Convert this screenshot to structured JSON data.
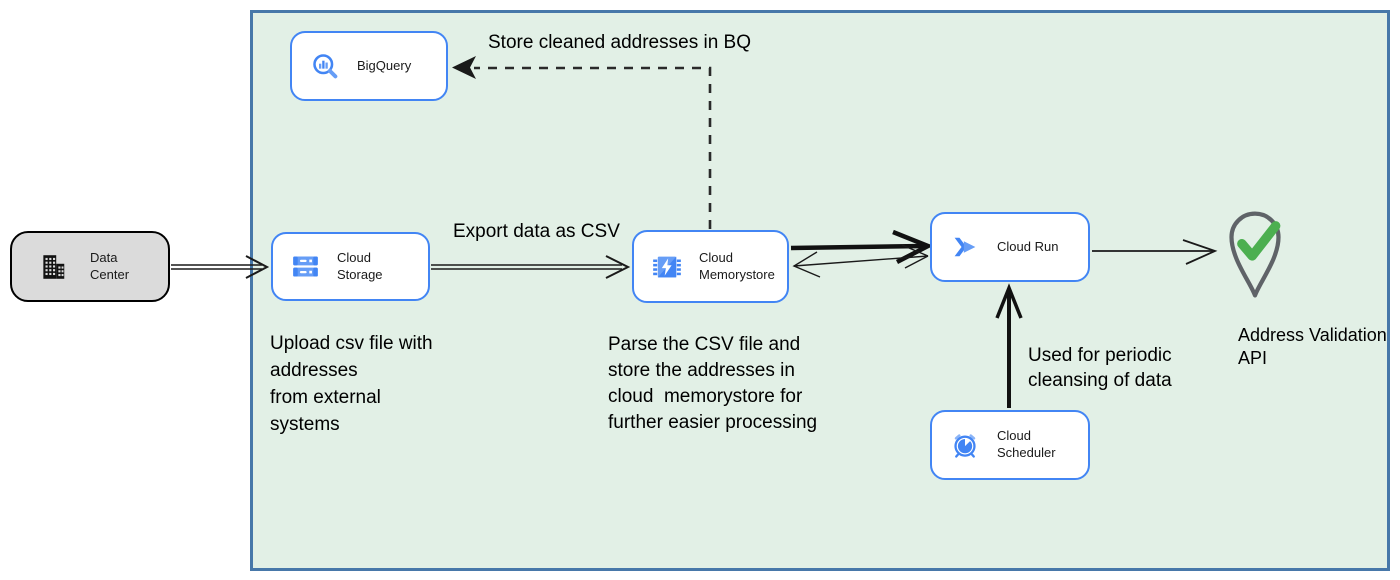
{
  "container": {
    "name": "gcp-boundary",
    "fill": "#E2F0E6",
    "border": "#4778A9"
  },
  "nodes": [
    {
      "id": "data-center",
      "label": "Data Center",
      "icon": "data-center-building-icon"
    },
    {
      "id": "bigquery",
      "label": "BigQuery",
      "icon": "bigquery-icon"
    },
    {
      "id": "cloud-storage",
      "label": "Cloud Storage",
      "icon": "cloud-storage-icon"
    },
    {
      "id": "cloud-memorystore",
      "label": "Cloud\nMemorystore",
      "icon": "cloud-memorystore-icon"
    },
    {
      "id": "cloud-run",
      "label": "Cloud Run",
      "icon": "cloud-run-icon"
    },
    {
      "id": "cloud-scheduler",
      "label": "Cloud Scheduler",
      "icon": "cloud-scheduler-icon"
    },
    {
      "id": "address-validation",
      "label": "Address Validation\nAPI",
      "icon": "map-pin-check-icon"
    }
  ],
  "annotations": {
    "store_bq": "Store cleaned addresses in BQ",
    "export_csv": "Export data as CSV",
    "upload_csv": "Upload csv file with\naddresses\nfrom external\nsystems",
    "parse_csv": "Parse the CSV file and\nstore the addresses in\ncloud  memorystore for\nfurther easier processing",
    "periodic": "Used for periodic\ncleansing of data"
  },
  "colors": {
    "node_border": "#4285F4",
    "node_fill": "#FFFFFF",
    "datacenter_fill": "#DBDBDB",
    "datacenter_border": "#000000",
    "arrow": "#1A1A1A",
    "google_blue": "#4285F4",
    "light_blue": "#669DF6",
    "pin_gray": "#5F6368",
    "check_green": "#4CAF50"
  }
}
